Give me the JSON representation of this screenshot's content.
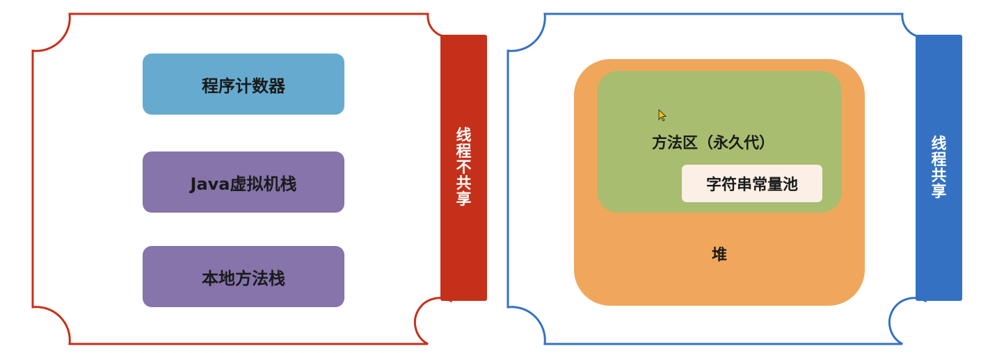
{
  "left_panel": {
    "boxes": {
      "program_counter": "程序计数器",
      "java_vm_stack": "Java虚拟机栈",
      "native_method_stack": "本地方法栈"
    },
    "side_label": "线程不共享"
  },
  "right_panel": {
    "heap": "堆",
    "method_area": "方法区（永久代）",
    "string_constant_pool": "字符串常量池",
    "side_label": "线程共享"
  },
  "colors": {
    "left_frame": "#c5301a",
    "right_frame": "#3471c3",
    "program_counter": "#66abcf",
    "stack_boxes": "#8674ab",
    "heap": "#f0a75c",
    "method_area": "#a8bd70",
    "string_pool": "#fbefe6"
  }
}
